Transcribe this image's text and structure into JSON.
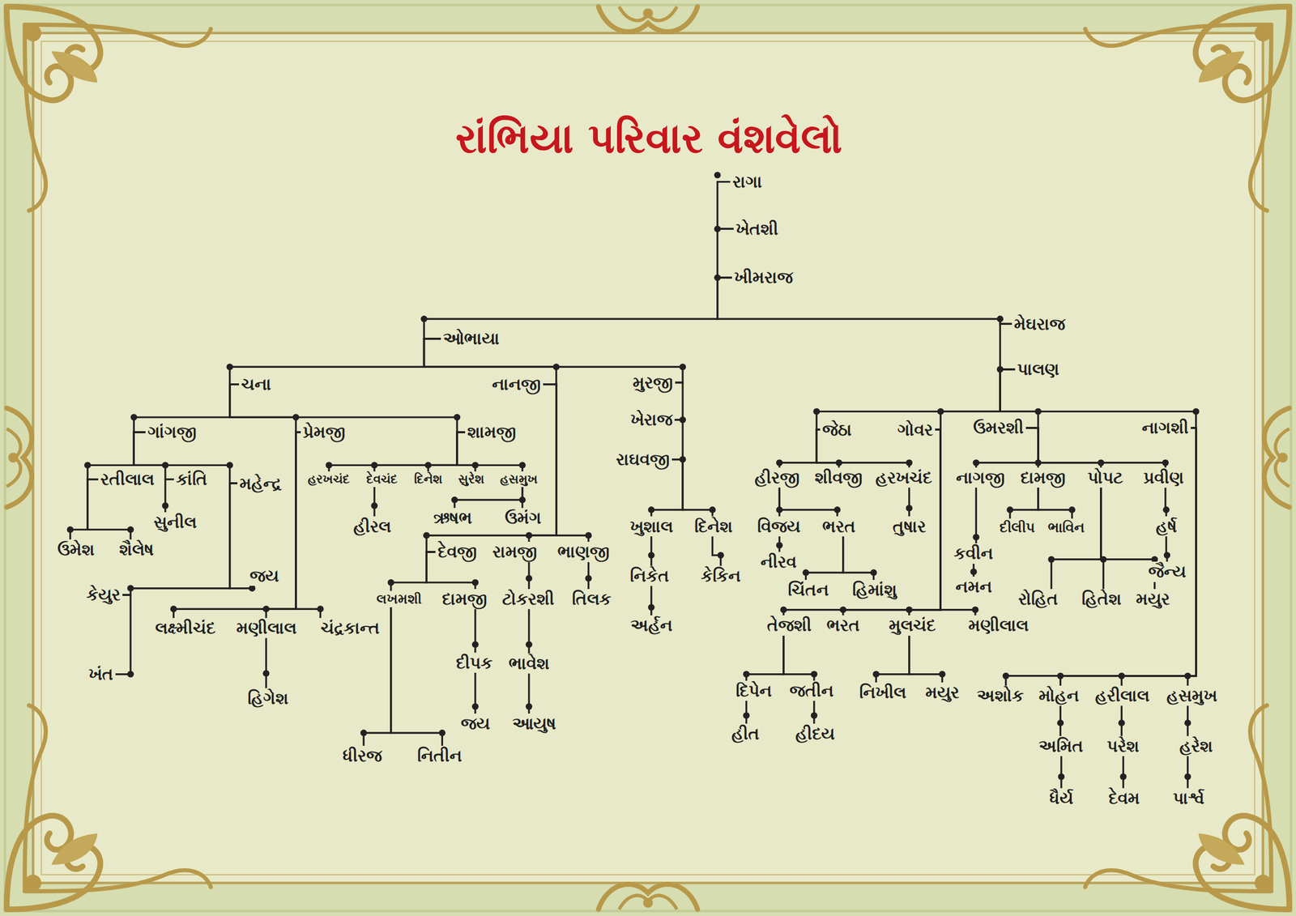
{
  "diagram": {
    "title": "રાંભિયા પરિવાર વંશવેલો",
    "nodes": [
      {
        "text": [
          "રાગા"
        ]
      },
      {
        "text": [
          "ખેતશી"
        ]
      },
      {
        "text": [
          "ખીમરાજ"
        ]
      },
      {
        "text": [
          "ઓભાયા"
        ]
      },
      {
        "text": [
          "મેઘરાજ"
        ]
      },
      {
        "text": [
          "પાલણ"
        ]
      },
      {
        "text": [
          "ચના"
        ]
      },
      {
        "text": [
          "નાનજી"
        ]
      },
      {
        "text": [
          "મુરજી"
        ]
      },
      {
        "text": [
          "ગાંગજી"
        ]
      },
      {
        "text": [
          "પ્રેમજી"
        ]
      },
      {
        "text": [
          "શામજી"
        ]
      },
      {
        "text": [
          "રતીલાલ"
        ]
      },
      {
        "text": [
          "કાંતિ"
        ]
      },
      {
        "text": [
          "મહેન્દ્ર"
        ]
      },
      {
        "text": [
          "ઉમેશ"
        ]
      },
      {
        "text": [
          "શૈલેષ"
        ]
      },
      {
        "text": [
          "સુનીલ"
        ]
      },
      {
        "text": [
          "કેયુર"
        ]
      },
      {
        "text": [
          "જય"
        ]
      },
      {
        "text": [
          "ખંત"
        ]
      },
      {
        "text": [
          "લક્ષ્મીચંદ"
        ]
      },
      {
        "text": [
          "મણીલાલ"
        ]
      },
      {
        "text": [
          "ચંદ્રકાન્ત"
        ]
      },
      {
        "text": [
          "હિગેશ"
        ]
      },
      {
        "text": [
          "હરખચંદ"
        ]
      },
      {
        "text": [
          "દેવચંદ"
        ]
      },
      {
        "text": [
          "દિનેશ"
        ]
      },
      {
        "text": [
          "સુરેશ"
        ]
      },
      {
        "text": [
          "હસમુખ"
        ]
      },
      {
        "text": [
          "હીરલ"
        ]
      },
      {
        "text": [
          "ઋષભ"
        ]
      },
      {
        "text": [
          "ઉમંગ"
        ]
      },
      {
        "text": [
          "દેવજી"
        ]
      },
      {
        "text": [
          "રામજી"
        ]
      },
      {
        "text": [
          "ભાણજી"
        ]
      },
      {
        "text": [
          "લખમશી"
        ]
      },
      {
        "text": [
          "દામજી"
        ]
      },
      {
        "text": [
          "ટોકરશી"
        ]
      },
      {
        "text": [
          "તિલક"
        ]
      },
      {
        "text": [
          "ધીરજ"
        ]
      },
      {
        "text": [
          "નિતીન"
        ]
      },
      {
        "text": [
          "દીપક"
        ]
      },
      {
        "text": [
          "જય"
        ]
      },
      {
        "text": [
          "ભાવેશ"
        ]
      },
      {
        "text": [
          "આયુષ"
        ]
      },
      {
        "text": [
          "ખેરાજ"
        ]
      },
      {
        "text": [
          "રાઘવજી"
        ]
      },
      {
        "text": [
          "ખુશાલ"
        ]
      },
      {
        "text": [
          "દિનેશ"
        ]
      },
      {
        "text": [
          "નિકેત"
        ]
      },
      {
        "text": [
          "અર્હન"
        ]
      },
      {
        "text": [
          "કેકિન"
        ]
      },
      {
        "text": [
          "જેઠા"
        ]
      },
      {
        "text": [
          "ગોવર"
        ]
      },
      {
        "text": [
          "ઉમરશી"
        ]
      },
      {
        "text": [
          "નાગશી"
        ]
      },
      {
        "text": [
          "હીરજી"
        ]
      },
      {
        "text": [
          "શીવજી"
        ]
      },
      {
        "text": [
          "હરખચંદ"
        ]
      },
      {
        "text": [
          "વિજય"
        ]
      },
      {
        "text": [
          "ભરત"
        ]
      },
      {
        "text": [
          "નીરવ"
        ]
      },
      {
        "text": [
          "ચિંતન"
        ]
      },
      {
        "text": [
          "હિમાંશુ"
        ]
      },
      {
        "text": [
          "તુષાર"
        ]
      },
      {
        "text": [
          "તેજશી"
        ]
      },
      {
        "text": [
          "ભરત"
        ]
      },
      {
        "text": [
          "મુલચંદ"
        ]
      },
      {
        "text": [
          "મણીલાલ"
        ]
      },
      {
        "text": [
          "દિપેન"
        ]
      },
      {
        "text": [
          "જતીન"
        ]
      },
      {
        "text": [
          "હીત"
        ]
      },
      {
        "text": [
          "હીદય"
        ]
      },
      {
        "text": [
          "નિખીલ"
        ]
      },
      {
        "text": [
          "મયુર"
        ]
      },
      {
        "text": [
          "નાગજી"
        ]
      },
      {
        "text": [
          "દામજી"
        ]
      },
      {
        "text": [
          "પોપટ"
        ]
      },
      {
        "text": [
          "પ્રવીણ"
        ]
      },
      {
        "text": [
          "કવીન"
        ]
      },
      {
        "text": [
          "નમન"
        ]
      },
      {
        "text": [
          "દીલીપ"
        ]
      },
      {
        "text": [
          "ભાવિન"
        ]
      },
      {
        "text": [
          "રોહિત"
        ]
      },
      {
        "text": [
          "હિતેશ"
        ]
      },
      {
        "text": [
          "મયુર"
        ]
      },
      {
        "text": [
          "હર્ષ"
        ]
      },
      {
        "text": [
          "જૈન્ય"
        ]
      },
      {
        "text": [
          "અશોક"
        ]
      },
      {
        "text": [
          "મોહન"
        ]
      },
      {
        "text": [
          "હરીલાલ"
        ]
      },
      {
        "text": [
          "હસમુખ"
        ]
      },
      {
        "text": [
          "અમિત"
        ]
      },
      {
        "text": [
          "ધૈર્ય"
        ]
      },
      {
        "text": [
          "પરેશ"
        ]
      },
      {
        "text": [
          "દેવમ"
        ]
      },
      {
        "text": [
          "હરેશ"
        ]
      },
      {
        "text": [
          "પાર્શ્વ"
        ]
      }
    ],
    "edges": [
      {
        "from": 0,
        "to": 1,
        "arrow": "none"
      },
      {
        "from": 1,
        "to": 2,
        "arrow": "none"
      },
      {
        "from": 2,
        "to": 3,
        "arrow": "none"
      },
      {
        "from": 2,
        "to": 4,
        "arrow": "none"
      },
      {
        "from": 4,
        "to": 5,
        "arrow": "none"
      },
      {
        "from": 3,
        "to": 6,
        "arrow": "none"
      },
      {
        "from": 3,
        "to": 7,
        "arrow": "none"
      },
      {
        "from": 3,
        "to": 8,
        "arrow": "none"
      },
      {
        "from": 8,
        "to": 46,
        "arrow": "none"
      },
      {
        "from": 46,
        "to": 47,
        "arrow": "none"
      },
      {
        "from": 47,
        "to": 48,
        "arrow": "none"
      },
      {
        "from": 47,
        "to": 49,
        "arrow": "none"
      },
      {
        "from": 48,
        "to": 50,
        "arrow": "none"
      },
      {
        "from": 50,
        "to": 51,
        "arrow": "none"
      },
      {
        "from": 49,
        "to": 52,
        "arrow": "none"
      },
      {
        "from": 6,
        "to": 9,
        "arrow": "none"
      },
      {
        "from": 6,
        "to": 10,
        "arrow": "none"
      },
      {
        "from": 6,
        "to": 11,
        "arrow": "none"
      },
      {
        "from": 9,
        "to": 12,
        "arrow": "none"
      },
      {
        "from": 9,
        "to": 13,
        "arrow": "none"
      },
      {
        "from": 9,
        "to": 14,
        "arrow": "none"
      },
      {
        "from": 12,
        "to": 15,
        "arrow": "none"
      },
      {
        "from": 12,
        "to": 16,
        "arrow": "none"
      },
      {
        "from": 13,
        "to": 17,
        "arrow": "none"
      },
      {
        "from": 14,
        "to": 18,
        "arrow": "none"
      },
      {
        "from": 14,
        "to": 19,
        "arrow": "none"
      },
      {
        "from": 18,
        "to": 20,
        "arrow": "none"
      },
      {
        "from": 10,
        "to": 21,
        "arrow": "none"
      },
      {
        "from": 10,
        "to": 22,
        "arrow": "none"
      },
      {
        "from": 10,
        "to": 23,
        "arrow": "none"
      },
      {
        "from": 22,
        "to": 24,
        "arrow": "none"
      },
      {
        "from": 11,
        "to": 25,
        "arrow": "none"
      },
      {
        "from": 11,
        "to": 26,
        "arrow": "none"
      },
      {
        "from": 11,
        "to": 27,
        "arrow": "none"
      },
      {
        "from": 11,
        "to": 28,
        "arrow": "none"
      },
      {
        "from": 11,
        "to": 29,
        "arrow": "none"
      },
      {
        "from": 26,
        "to": 30,
        "arrow": "none"
      },
      {
        "from": 29,
        "to": 31,
        "arrow": "none"
      },
      {
        "from": 29,
        "to": 32,
        "arrow": "none"
      },
      {
        "from": 7,
        "to": 33,
        "arrow": "none"
      },
      {
        "from": 7,
        "to": 34,
        "arrow": "none"
      },
      {
        "from": 7,
        "to": 35,
        "arrow": "none"
      },
      {
        "from": 33,
        "to": 36,
        "arrow": "none"
      },
      {
        "from": 33,
        "to": 37,
        "arrow": "none"
      },
      {
        "from": 34,
        "to": 38,
        "arrow": "none"
      },
      {
        "from": 35,
        "to": 39,
        "arrow": "none"
      },
      {
        "from": 36,
        "to": 40,
        "arrow": "none"
      },
      {
        "from": 36,
        "to": 41,
        "arrow": "none"
      },
      {
        "from": 37,
        "to": 42,
        "arrow": "none"
      },
      {
        "from": 42,
        "to": 43,
        "arrow": "none"
      },
      {
        "from": 38,
        "to": 44,
        "arrow": "none"
      },
      {
        "from": 44,
        "to": 45,
        "arrow": "none"
      },
      {
        "from": 5,
        "to": 53,
        "arrow": "none"
      },
      {
        "from": 5,
        "to": 54,
        "arrow": "none"
      },
      {
        "from": 5,
        "to": 55,
        "arrow": "none"
      },
      {
        "from": 5,
        "to": 56,
        "arrow": "none"
      },
      {
        "from": 53,
        "to": 57,
        "arrow": "none"
      },
      {
        "from": 53,
        "to": 58,
        "arrow": "none"
      },
      {
        "from": 53,
        "to": 59,
        "arrow": "none"
      },
      {
        "from": 57,
        "to": 60,
        "arrow": "none"
      },
      {
        "from": 57,
        "to": 61,
        "arrow": "none"
      },
      {
        "from": 60,
        "to": 62,
        "arrow": "none"
      },
      {
        "from": 61,
        "to": 63,
        "arrow": "none"
      },
      {
        "from": 61,
        "to": 64,
        "arrow": "none"
      },
      {
        "from": 59,
        "to": 65,
        "arrow": "none"
      },
      {
        "from": 54,
        "to": 66,
        "arrow": "none"
      },
      {
        "from": 54,
        "to": 67,
        "arrow": "none"
      },
      {
        "from": 54,
        "to": 68,
        "arrow": "none"
      },
      {
        "from": 54,
        "to": 69,
        "arrow": "none"
      },
      {
        "from": 66,
        "to": 70,
        "arrow": "none"
      },
      {
        "from": 66,
        "to": 71,
        "arrow": "none"
      },
      {
        "from": 70,
        "to": 72,
        "arrow": "none"
      },
      {
        "from": 71,
        "to": 73,
        "arrow": "none"
      },
      {
        "from": 68,
        "to": 74,
        "arrow": "none"
      },
      {
        "from": 68,
        "to": 75,
        "arrow": "none"
      },
      {
        "from": 55,
        "to": 76,
        "arrow": "none"
      },
      {
        "from": 55,
        "to": 77,
        "arrow": "none"
      },
      {
        "from": 55,
        "to": 78,
        "arrow": "none"
      },
      {
        "from": 55,
        "to": 79,
        "arrow": "none"
      },
      {
        "from": 76,
        "to": 80,
        "arrow": "none"
      },
      {
        "from": 80,
        "to": 81,
        "arrow": "none"
      },
      {
        "from": 77,
        "to": 82,
        "arrow": "none"
      },
      {
        "from": 77,
        "to": 83,
        "arrow": "none"
      },
      {
        "from": 78,
        "to": 84,
        "arrow": "none"
      },
      {
        "from": 78,
        "to": 85,
        "arrow": "none"
      },
      {
        "from": 78,
        "to": 86,
        "arrow": "none"
      },
      {
        "from": 79,
        "to": 87,
        "arrow": "none"
      },
      {
        "from": 87,
        "to": 88,
        "arrow": "none"
      },
      {
        "from": 56,
        "to": 89,
        "arrow": "none"
      },
      {
        "from": 56,
        "to": 90,
        "arrow": "none"
      },
      {
        "from": 56,
        "to": 91,
        "arrow": "none"
      },
      {
        "from": 56,
        "to": 92,
        "arrow": "none"
      },
      {
        "from": 90,
        "to": 93,
        "arrow": "none"
      },
      {
        "from": 93,
        "to": 94,
        "arrow": "none"
      },
      {
        "from": 91,
        "to": 95,
        "arrow": "none"
      },
      {
        "from": 95,
        "to": 96,
        "arrow": "none"
      },
      {
        "from": 92,
        "to": 97,
        "arrow": "none"
      },
      {
        "from": 97,
        "to": 98,
        "arrow": "none"
      }
    ]
  }
}
